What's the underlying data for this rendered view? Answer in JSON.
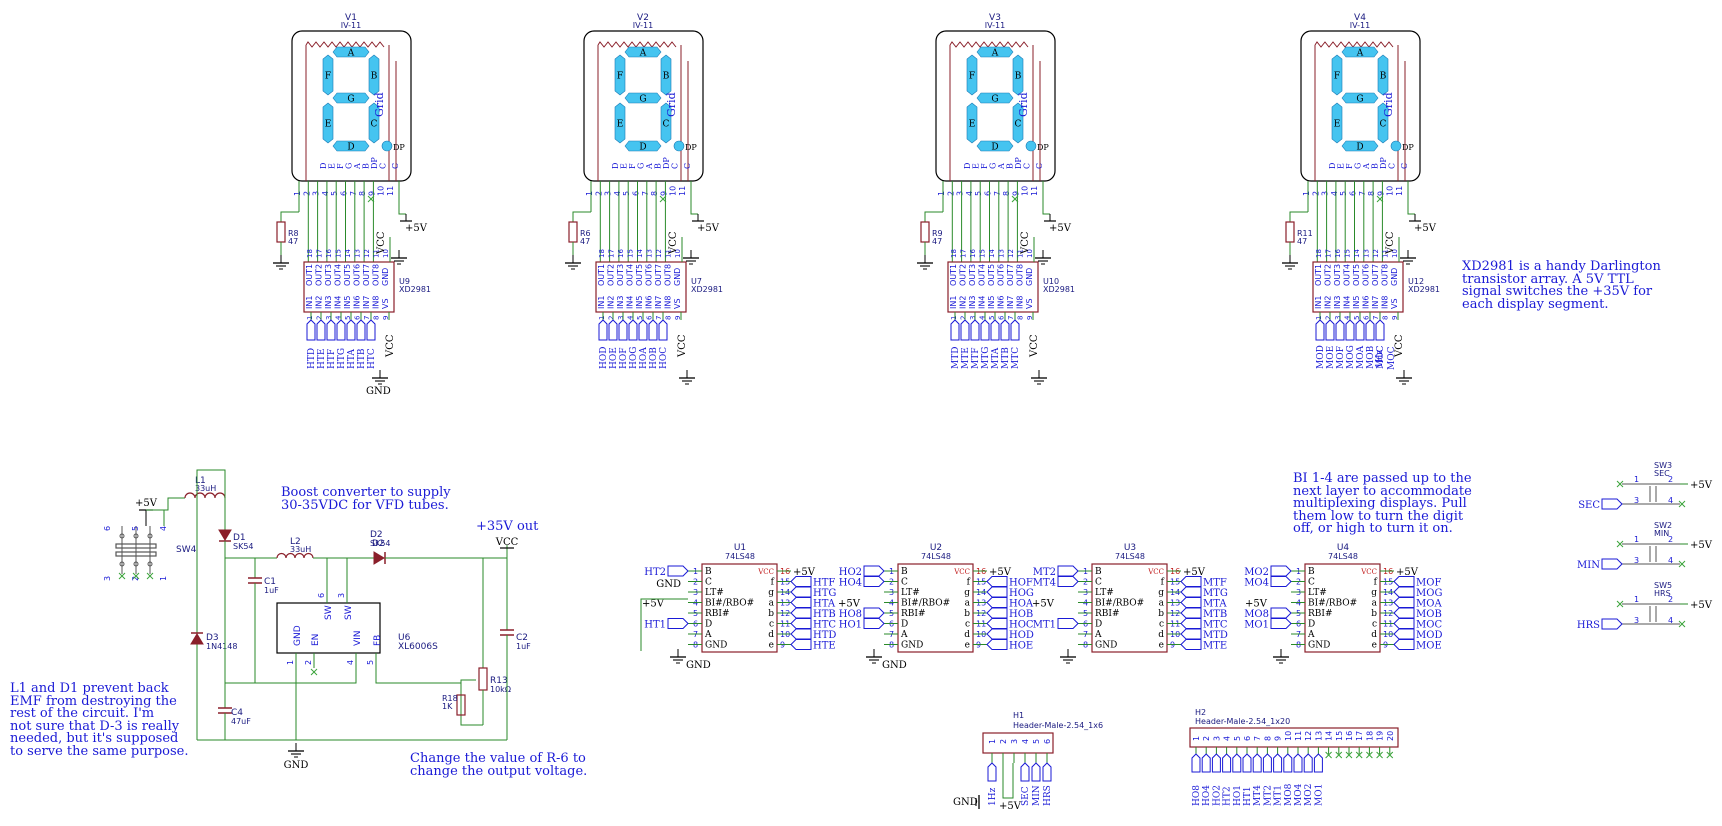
{
  "colors": {
    "wire": "#2a8a2a",
    "body": "#8a1f2a",
    "pinText": "#1a1ad6",
    "ref": "#1a1a80",
    "label": "#1a1ad6",
    "segment": "#45c4f0",
    "pinNum": "#8a1f2a"
  },
  "notes": {
    "xd2981": "XD2981 is a handy Darlington\ntransistor array. A 5V TTL\nsignal switches the +35V for\neach display segment.",
    "boost": "Boost converter to supply\n30-35VDC for VFD tubes.",
    "out35": "+35V out",
    "emf": "L1 and D1 prevent back\nEMF from destroying the\nrest of the circuit. I'm\nnot sure that D-3 is really\nneeded, but it's supposed\nto serve the same purpose.",
    "r6": "Change the value of R-6 to\nchange the output voltage.",
    "bi": "BI 1-4 are passed up to the\nnext layer to accommodate\nmultiplexing displays. Pull\nthem low to turn the digit\noff, or high to turn it on."
  },
  "vfd_tubes": [
    {
      "ref": "V1",
      "part": "IV-11",
      "res": "R8",
      "res_val": "47",
      "driver": "U9",
      "driver_part": "XD2981",
      "inputs": [
        "HTD",
        "HTE",
        "HTF",
        "HTG",
        "HTA",
        "HTB",
        "HTC"
      ]
    },
    {
      "ref": "V2",
      "part": "IV-11",
      "res": "R6",
      "res_val": "47",
      "driver": "U7",
      "driver_part": "XD2981",
      "inputs": [
        "HOD",
        "HOE",
        "HOF",
        "HOG",
        "HOA",
        "HOB",
        "HOC"
      ]
    },
    {
      "ref": "V3",
      "part": "IV-11",
      "res": "R9",
      "res_val": "47",
      "driver": "U10",
      "driver_part": "XD2981",
      "inputs": [
        "MTD",
        "MTE",
        "MTF",
        "MTG",
        "MTA",
        "MTB",
        "MTC"
      ]
    },
    {
      "ref": "V4",
      "part": "IV-11",
      "res": "R11",
      "res_val": "47",
      "driver": "U12",
      "driver_part": "XD2981",
      "inputs": [
        "MOD",
        "MOE",
        "MOF",
        "MOG",
        "MOA",
        "MOB",
        "MOC"
      ]
    }
  ],
  "tube_segments": [
    "A",
    "F",
    "B",
    "G",
    "E",
    "C",
    "D",
    "DP"
  ],
  "tube_grid": "Grid",
  "tube_pins": {
    "names": [
      "D",
      "E",
      "F",
      "G",
      "A",
      "B",
      "DP",
      "C"
    ],
    "numbers": [
      "1",
      "2",
      "3",
      "4",
      "5",
      "6",
      "7",
      "8",
      "9",
      "10",
      "11"
    ]
  },
  "driver_pins": {
    "out_names": [
      "OUT1",
      "OUT2",
      "OUT3",
      "OUT4",
      "OUT5",
      "OUT6",
      "OUT7",
      "OUT8",
      "GND"
    ],
    "out_numbers": [
      "18",
      "17",
      "16",
      "15",
      "14",
      "13",
      "12",
      "11",
      "10"
    ],
    "in_names": [
      "IN1",
      "IN2",
      "IN3",
      "IN4",
      "IN5",
      "IN6",
      "IN7",
      "IN8",
      "VS"
    ],
    "in_numbers": [
      "1",
      "2",
      "3",
      "4",
      "5",
      "6",
      "7",
      "8",
      "9"
    ]
  },
  "extra_inputs": {
    "v4": "1Hz",
    "v4b": "MOC"
  },
  "net_labels": {
    "gnd": "GND",
    "vcc": "VCC",
    "p5v": "+5V"
  },
  "decoders": [
    {
      "ref": "U1",
      "part": "74LS48",
      "in": [
        "HT2",
        "",
        "",
        "",
        "",
        "HT1"
      ],
      "outs": [
        "HTF",
        "HTG",
        "HTA",
        "HTB",
        "HTC",
        "HTD",
        "HTE"
      ]
    },
    {
      "ref": "U2",
      "part": "74LS48",
      "in": [
        "HO2",
        "HO4",
        "",
        "",
        "HO8",
        "HO1"
      ],
      "outs": [
        "HOF",
        "HOG",
        "HOA",
        "HOB",
        "HOC",
        "HOD",
        "HOE"
      ]
    },
    {
      "ref": "U3",
      "part": "74LS48",
      "in": [
        "MT2",
        "MT4",
        "",
        "",
        "",
        "MT1"
      ],
      "outs": [
        "MTF",
        "MTG",
        "MTA",
        "MTB",
        "MTC",
        "MTD",
        "MTE"
      ]
    },
    {
      "ref": "U4",
      "part": "74LS48",
      "in": [
        "MO2",
        "MO4",
        "",
        "",
        "MO8",
        "MO1"
      ],
      "outs": [
        "MOF",
        "MOG",
        "MOA",
        "MOB",
        "MOC",
        "MOD",
        "MOE"
      ]
    }
  ],
  "decoder_pins": {
    "left_names": [
      "B",
      "C",
      "LT#",
      "BI#/RBO#",
      "RBI#",
      "D",
      "A",
      "GND"
    ],
    "left_numbers": [
      "1",
      "2",
      "3",
      "4",
      "5",
      "6",
      "7",
      "8"
    ],
    "right_names": [
      "VCC",
      "f",
      "g",
      "a",
      "b",
      "c",
      "d",
      "e"
    ],
    "right_numbers": [
      "16",
      "15",
      "14",
      "13",
      "12",
      "11",
      "10",
      "9"
    ]
  },
  "power": {
    "l1": "L1",
    "l1_val": "33uH",
    "l2": "L2",
    "l2_val": "33uH",
    "d1": "D1",
    "d1_val": "SK54",
    "d2": "D2",
    "d2_val": "SK54",
    "d3": "D3",
    "d3_val": "1N4148",
    "c1": "C1",
    "c1_val": "1uF",
    "c2": "C2",
    "c2_val": "1uF",
    "c4": "C4",
    "c4_val": "47uF",
    "u6": "U6",
    "u6_val": "XL6006S",
    "u6_pins": [
      "GND",
      "EN",
      "VIN",
      "FB",
      "SW",
      "SW"
    ],
    "u6_nums": [
      "1",
      "2",
      "4",
      "5",
      "6",
      "3"
    ],
    "r13": "R13",
    "r13_val": "10kΩ",
    "r18": "R18",
    "r18_val": "1K",
    "sw4": "SW4",
    "sw_nums": [
      "6",
      "5",
      "4",
      "3",
      "2",
      "1"
    ]
  },
  "switches": [
    {
      "ref": "SW3",
      "name": "SEC",
      "label": "SEC"
    },
    {
      "ref": "SW2",
      "name": "MIN",
      "label": "MIN"
    },
    {
      "ref": "SW5",
      "name": "HRS",
      "label": "HRS"
    }
  ],
  "h1": {
    "ref": "H1",
    "part": "Header-Male-2.54_1x6",
    "pins": [
      "1",
      "2",
      "3",
      "4",
      "5",
      "6"
    ],
    "nets": [
      "1Hz",
      "SEC",
      "MIN",
      "HRS"
    ]
  },
  "h2": {
    "ref": "H2",
    "part": "Header-Male-2.54_1x20",
    "pins": [
      "1",
      "2",
      "3",
      "4",
      "5",
      "6",
      "7",
      "8",
      "9",
      "10",
      "11",
      "12",
      "13",
      "14",
      "15",
      "16",
      "17",
      "18",
      "19",
      "20"
    ],
    "nets": [
      "HO8",
      "HO4",
      "HO2",
      "HT2",
      "HO1",
      "HT1",
      "MT4",
      "MT2",
      "MT1",
      "MO8",
      "MO4",
      "MO2",
      "MO1"
    ]
  }
}
